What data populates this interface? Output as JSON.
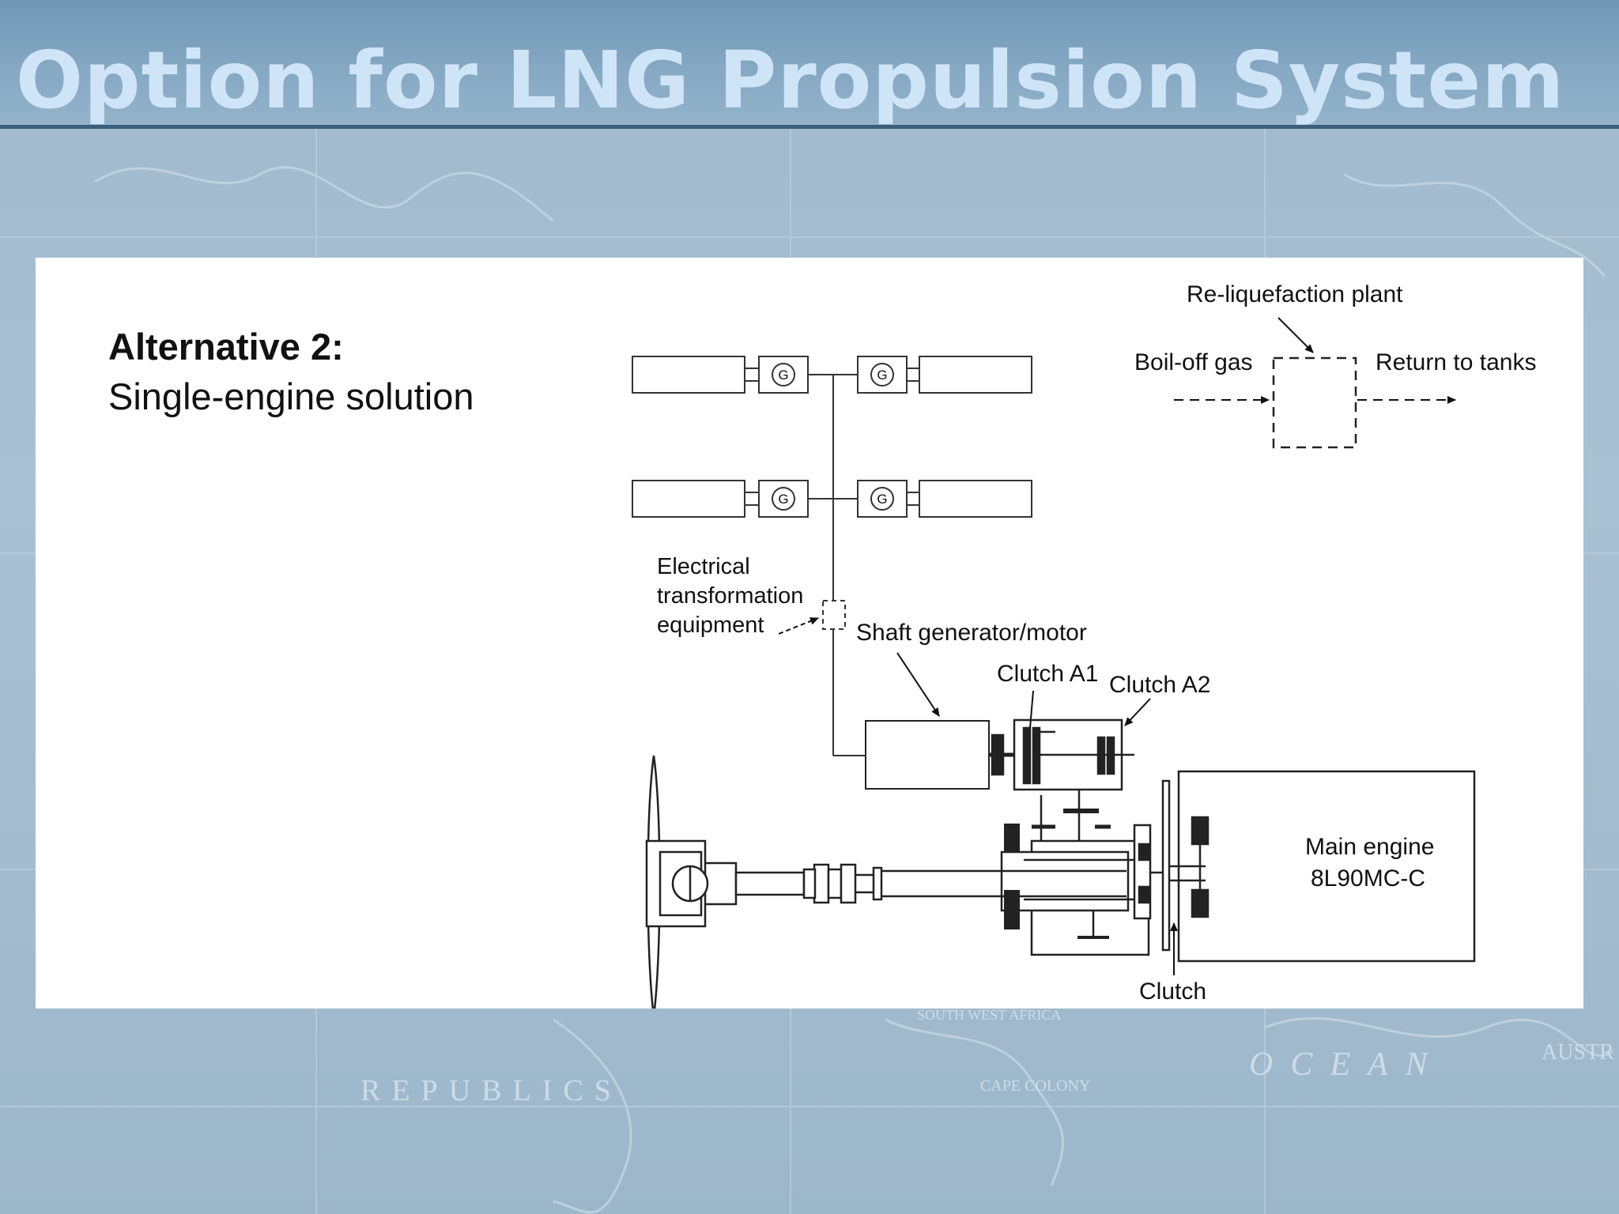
{
  "slide": {
    "title": "Option for LNG Propulsion System",
    "background_texts": [
      "REPUBLICS",
      "OCEAN",
      "AUSTR",
      "SOUTH WEST AFRICA",
      "CAPE COLONY"
    ]
  },
  "panel": {
    "heading": "Alternative 2:",
    "subheading": "Single-engine solution"
  },
  "diagram": {
    "generator_symbol": "G",
    "labels": {
      "reliquefaction_plant": "Re-liquefaction plant",
      "boil_off_gas": "Boil-off gas",
      "return_to_tanks": "Return to tanks",
      "electrical_1": "Electrical",
      "electrical_2": "transformation",
      "electrical_3": "equipment",
      "shaft_generator": "Shaft generator/motor",
      "clutch_a1": "Clutch A1",
      "clutch_a2": "Clutch A2",
      "main_engine_1": "Main engine",
      "main_engine_2": "8L90MC-C",
      "clutch": "Clutch"
    }
  },
  "colors": {
    "title_text": "#cfe5f7",
    "title_band": "#7aa0bd",
    "background": "#a3bdd0",
    "panel": "#ffffff",
    "ink": "#111111"
  }
}
